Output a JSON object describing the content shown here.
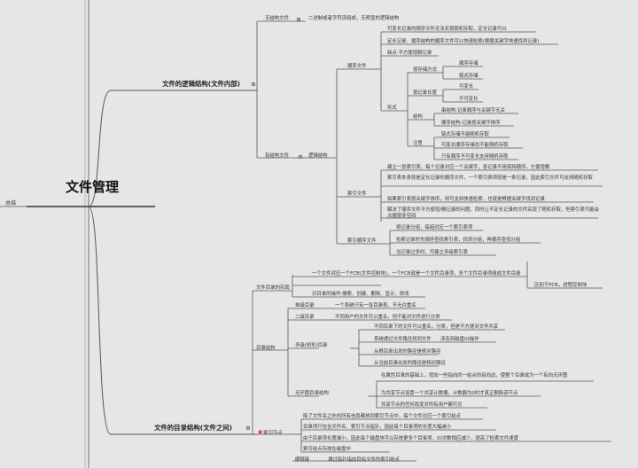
{
  "root": {
    "title": "文件管理",
    "left_label": "总结"
  },
  "logical": {
    "title": "文件的逻辑结构(文件内部)",
    "unstructured": {
      "label": "无结构文件",
      "desc": "二进制或者字符流组成，无明显的逻辑结构"
    },
    "structured": {
      "label": "有结构文件",
      "sub": "逻辑结构",
      "sequential": {
        "label": "顺序文件",
        "items": [
          "可变长记录的顺序文件无法实现随机存取，定长记录可以",
          "定长记录、顺序结构的顺序文件可以快速检索(根据关键字快速找到记录)",
          "缺点:不方便增删记录"
        ],
        "storage": {
          "label": "按存储方式",
          "opts": [
            "顺序存储",
            "链式存储"
          ]
        },
        "fixed": {
          "label": "按记录长度",
          "opts": [
            "可变长",
            "不可变长"
          ]
        },
        "forms_label": "形式",
        "structure": {
          "label": "结构",
          "opts": [
            "串结构:记录顺序与关键字无关",
            "顺序结构:记录按关键字排序"
          ]
        },
        "notes": {
          "label": "注意",
          "opts": [
            "链式存储不能随机存取",
            "可变长顺序存储也不能随机存取",
            "只有顺序不可变长支持随机存取"
          ]
        }
      },
      "index": {
        "label": "索引文件",
        "items": [
          "建立一张索引表，每个记录对应一个关键字，各记录不用保持顺序，方便增删",
          "索引表本身就是定长记录的顺序文件，一个索引表项就是一条记录，因此索引文件可支持随机存取",
          "如果索引表按关键字排序，则可支持快速检索，也就是根据关键字找到记录",
          "解决了顺序文件不方便增/删记录的问题，同时让不定长记录的文件实现了随机存取，但索引表可能会占据很多空间"
        ]
      },
      "indexed_seq": {
        "label": "索引顺序文件",
        "items": [
          "将记录分组，每组对应一个索引表项",
          "检索记录时先顺序查找索引表，找到分组，再顺序查找分组",
          "当记录过多时，可建立多级索引表"
        ]
      }
    }
  },
  "directory": {
    "title": "文件的目录结构(文件之间)",
    "essence": {
      "label": "文件目录的实现",
      "desc": "一个文件对应一个FCB(文件控制块)，一个FCB就是一个文件目录项，多个文件目录项组成文件目录",
      "aside": "区别于PCB，进程控制块",
      "ops": "对目录的操作:搜索、创建、删除、显示、修改"
    },
    "structure": {
      "label": "目录结构",
      "single": {
        "label": "单级目录",
        "desc": "一个系统只有一张目录表，不允许重名"
      },
      "two": {
        "label": "二级目录",
        "desc": "不同用户的文件可以重名，但不能对文件进行分类"
      },
      "multi": {
        "label": "多级(树形)目录",
        "items": [
          "不同目录下的文件可以重名，分类，但是不方便对文件共享",
          "系统通过文件路径找到文件",
          "从根目录出发的路径是绝对路径",
          "从当前目录出发的路径是相对路径"
        ],
        "aside": "涉及到磁盘IO操作"
      },
      "acyclic": {
        "label": "无环图目录结构",
        "items": [
          "在属性目录的基础上，增加一些指向同一结点的有向边，使整个目录成为一个有向无环图",
          "为共享节点设置一个共享计数器，计数器为0时才真正删除该节点",
          "共享节点的任何改变对所有用户都可见"
        ]
      }
    },
    "index_node": {
      "label": "索引节点",
      "items": [
        "除了文件名之外的所有信息都放到索引节点中，每个文件对应一个索引结点",
        "目录项只包含文件名、索引节点指针，因此每个目录项的长度大幅减小",
        "由于目录项长度减小，因此每个磁盘块可以存放更多个目录项，IO次数相应减少，提高了检索文件速度",
        "索引结点存放在磁盘中"
      ]
    },
    "hard_link": {
      "label": "硬链接",
      "desc": "通过指针指向目标文件的索引结点"
    }
  },
  "colors": {
    "line": "#444444",
    "accent": "#cc2222",
    "bg": "#e6e6e8"
  }
}
